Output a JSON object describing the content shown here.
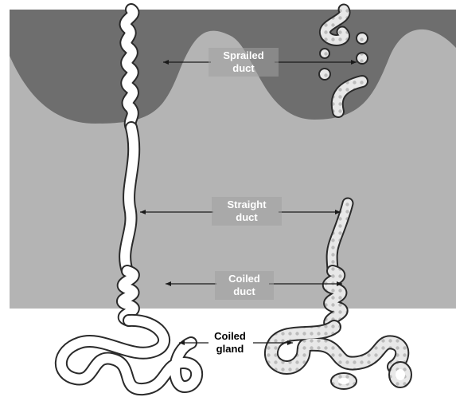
{
  "labels": {
    "spiraled_duct": {
      "line1": "Sprailed",
      "line2": "duct"
    },
    "straight_duct": {
      "line1": "Straight",
      "line2": "duct"
    },
    "coiled_duct": {
      "line1": "Coiled",
      "line2": "duct"
    },
    "coiled_gland": {
      "line1": "Coiled",
      "line2": "gland"
    }
  },
  "colors": {
    "background": "#ffffff",
    "dermis": "#b4b4b4",
    "epidermis": "#6e6e6e",
    "duct_fill": "#ffffff",
    "duct_outline": "#2a2a2a",
    "label_text": "#ffffff"
  }
}
